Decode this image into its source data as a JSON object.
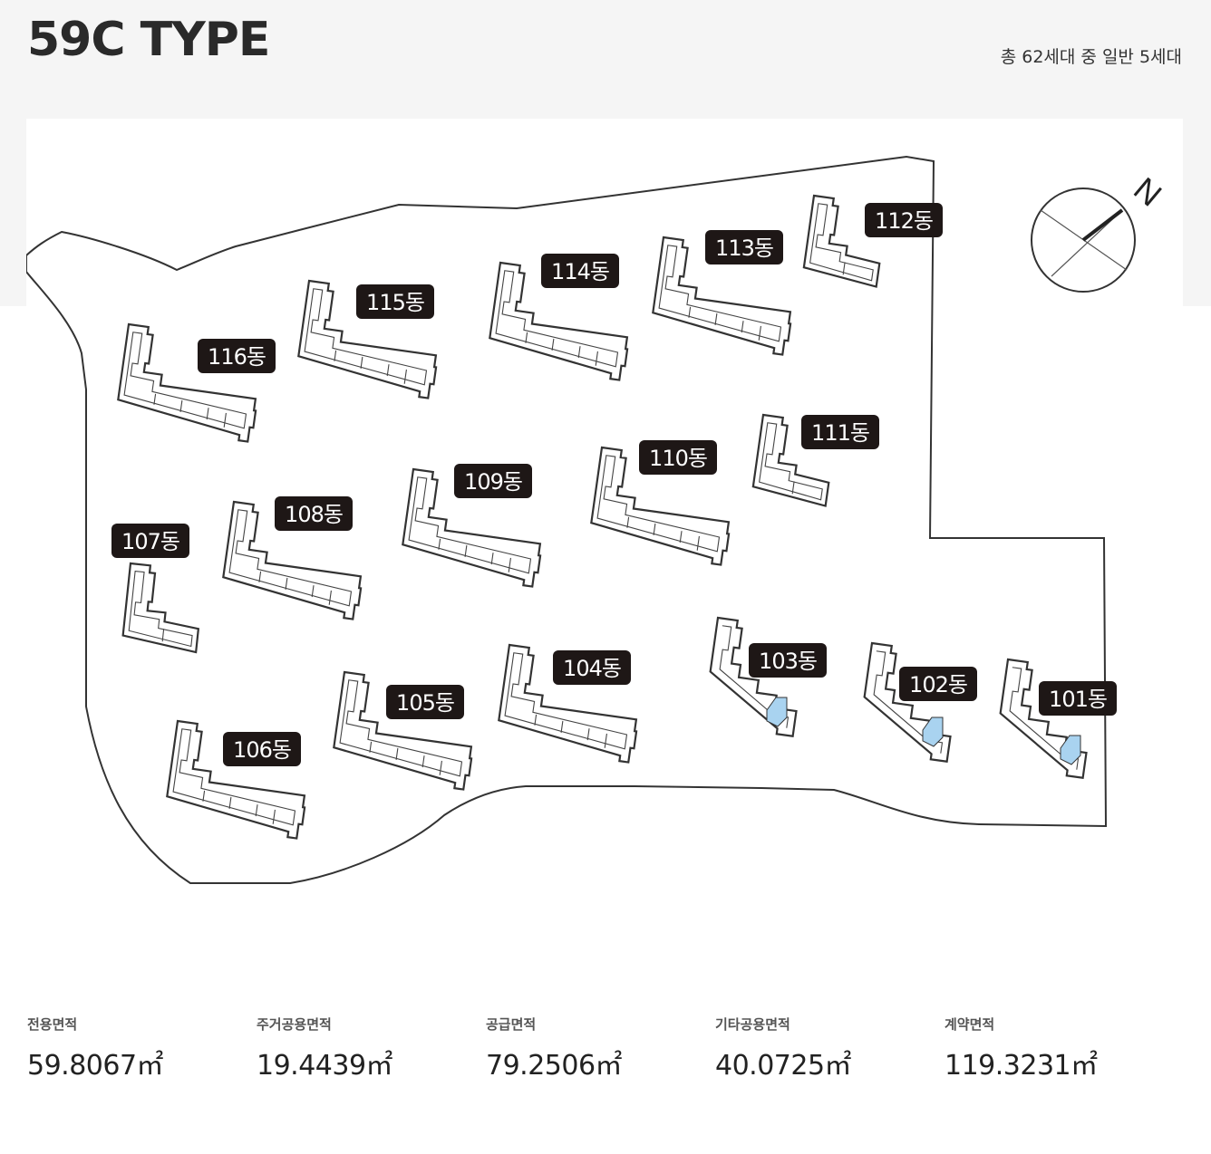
{
  "header": {
    "title": "59C TYPE",
    "summary": "총 62세대 중 일반 5세대"
  },
  "site_plan": {
    "compass": {
      "label": "N"
    },
    "buildings": [
      {
        "id": "101",
        "label": "101동",
        "highlighted": true
      },
      {
        "id": "102",
        "label": "102동",
        "highlighted": true
      },
      {
        "id": "103",
        "label": "103동",
        "highlighted": true
      },
      {
        "id": "104",
        "label": "104동",
        "highlighted": false
      },
      {
        "id": "105",
        "label": "105동",
        "highlighted": false
      },
      {
        "id": "106",
        "label": "106동",
        "highlighted": false
      },
      {
        "id": "107",
        "label": "107동",
        "highlighted": false
      },
      {
        "id": "108",
        "label": "108동",
        "highlighted": false
      },
      {
        "id": "109",
        "label": "109동",
        "highlighted": false
      },
      {
        "id": "110",
        "label": "110동",
        "highlighted": false
      },
      {
        "id": "111",
        "label": "111동",
        "highlighted": false
      },
      {
        "id": "112",
        "label": "112동",
        "highlighted": false
      },
      {
        "id": "113",
        "label": "113동",
        "highlighted": false
      },
      {
        "id": "114",
        "label": "114동",
        "highlighted": false
      },
      {
        "id": "115",
        "label": "115동",
        "highlighted": false
      },
      {
        "id": "116",
        "label": "116동",
        "highlighted": false
      }
    ],
    "highlight_color": "#a9d3f0",
    "label_bg_color": "#1e1716"
  },
  "areas": [
    {
      "label": "전용면적",
      "value": "59.8067㎡"
    },
    {
      "label": "주거공용면적",
      "value": "19.4439㎡"
    },
    {
      "label": "공급면적",
      "value": "79.2506㎡"
    },
    {
      "label": "기타공용면적",
      "value": "40.0725㎡"
    },
    {
      "label": "계약면적",
      "value": "119.3231㎡"
    }
  ]
}
